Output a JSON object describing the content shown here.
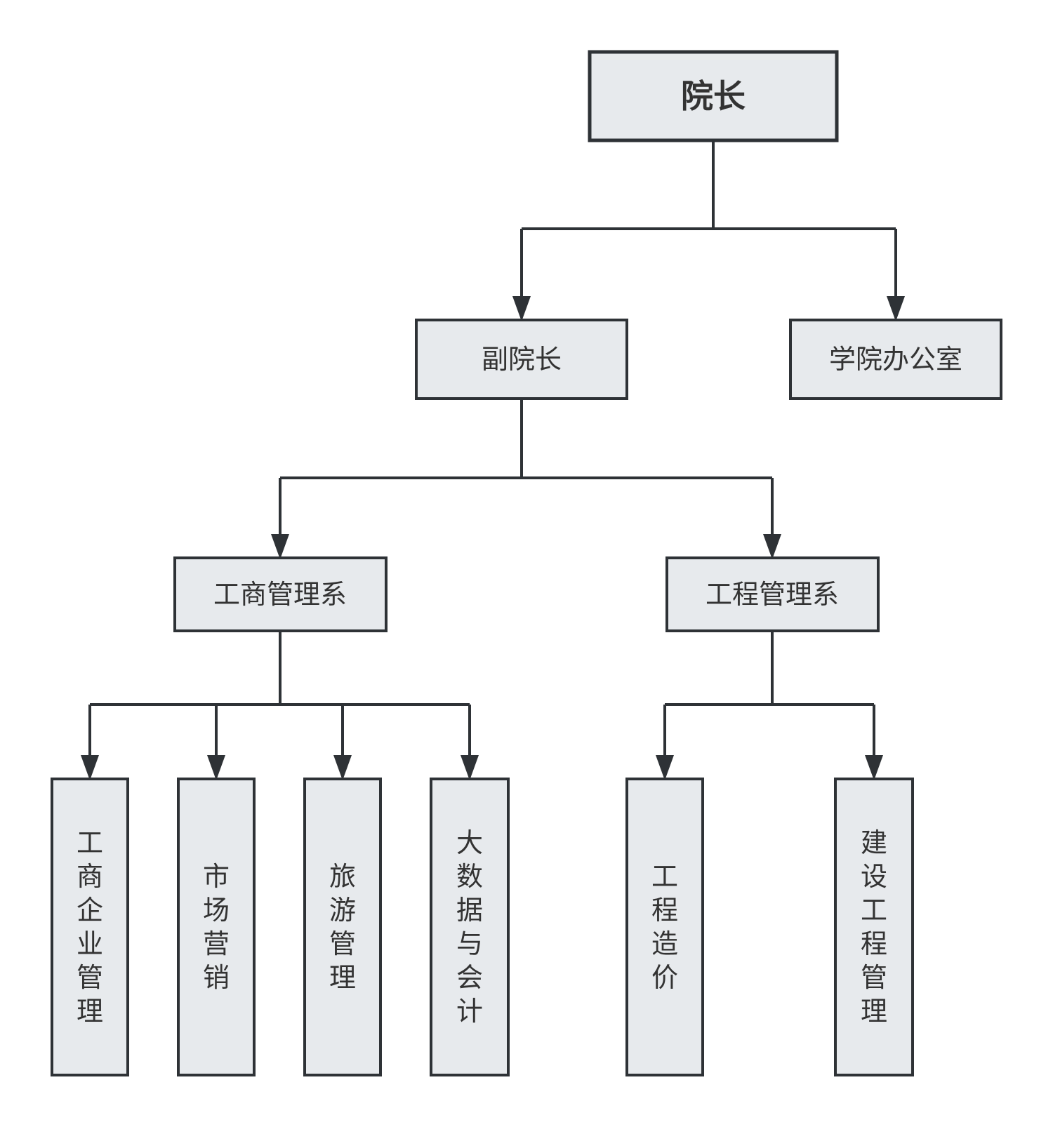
{
  "org_chart": {
    "root": {
      "label": "院长"
    },
    "level1": [
      {
        "label": "副院长"
      },
      {
        "label": "学院办公室"
      }
    ],
    "level2": [
      {
        "label": "工商管理系"
      },
      {
        "label": "工程管理系"
      }
    ],
    "level3": [
      {
        "label": "工商企业管理"
      },
      {
        "label": "市场营销"
      },
      {
        "label": "旅游管理"
      },
      {
        "label": "大数据与会计"
      },
      {
        "label": "工程造价"
      },
      {
        "label": "建设工程管理"
      }
    ]
  },
  "colors": {
    "box_fill": "#e7eaed",
    "box_stroke": "#2e3236",
    "text": "#333333"
  }
}
